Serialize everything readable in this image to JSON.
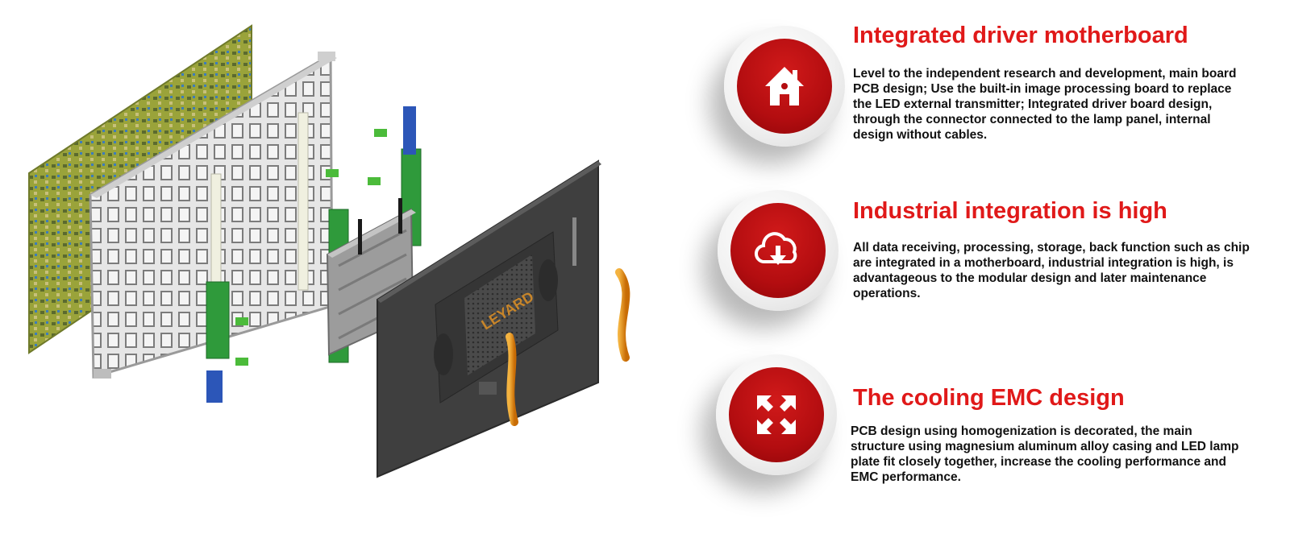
{
  "features": [
    {
      "icon": "house-icon",
      "title": "Integrated driver motherboard",
      "description": "Level to the independent research and development, main board PCB design; Use the built-in image processing  board to replace the LED external transmitter; Integrated driver board design, through the connector connected to the lamp panel,  internal design without cables."
    },
    {
      "icon": "cloud-download-icon",
      "title": "Industrial integration is high",
      "description": "All data receiving, processing, storage, back function such as chip are integrated in a motherboard, industrial integration is high, is advantageous to the modular design and later maintenance operations."
    },
    {
      "icon": "expand-arrows-icon",
      "title": "The cooling EMC design",
      "description": "PCB design using homogenization is decorated, the main structure using magnesium aluminum alloy casing and LED lamp plate fit closely together, increase the cooling performance and EMC performance."
    }
  ],
  "illustration": {
    "brand_text": "LEYARD"
  },
  "colors": {
    "title_red": "#e01919",
    "badge_red": "#b30d10",
    "panel_green": "#9aa33a",
    "cabinet_dark": "#3a3a3a",
    "handle_orange": "#e8900f"
  }
}
